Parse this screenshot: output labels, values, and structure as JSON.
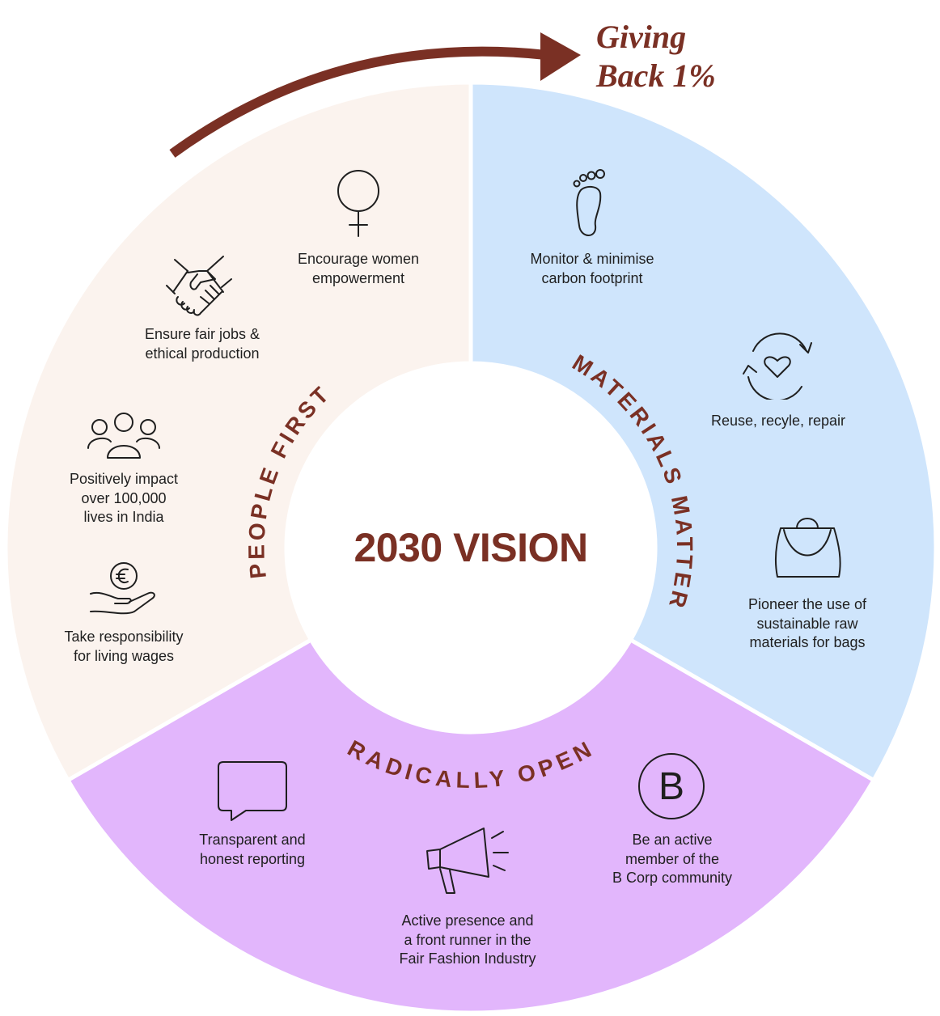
{
  "title": "2030 VISION",
  "giving_back": {
    "line1": "Giving",
    "line2": "Back 1%"
  },
  "colors": {
    "people_first": "#fbf3ee",
    "materials_matter": "#cfe5fc",
    "radically_open": "#e2b6fc",
    "accent": "#7a3024"
  },
  "segments": {
    "people_first": {
      "label": "PEOPLE FIRST",
      "items": [
        {
          "icon": "female-symbol-icon",
          "line1": "Encourage women",
          "line2": "empowerment"
        },
        {
          "icon": "handshake-icon",
          "line1": "Ensure fair jobs &",
          "line2": "ethical production"
        },
        {
          "icon": "people-group-icon",
          "line1": "Positively impact",
          "line2": "over 100,000",
          "line3": "lives in India"
        },
        {
          "icon": "euro-hand-icon",
          "line1": "Take responsibility",
          "line2": "for living wages"
        }
      ]
    },
    "materials_matter": {
      "label": "MATERIALS MATTER",
      "items": [
        {
          "icon": "footprint-icon",
          "line1": "Monitor & minimise",
          "line2": "carbon footprint"
        },
        {
          "icon": "recycle-heart-icon",
          "line1": "Reuse, recyle, repair"
        },
        {
          "icon": "handbag-icon",
          "line1": "Pioneer the use of",
          "line2": "sustainable raw",
          "line3": "materials for bags"
        }
      ]
    },
    "radically_open": {
      "label": "RADICALLY OPEN",
      "items": [
        {
          "icon": "speech-bubble-icon",
          "line1": "Transparent and",
          "line2": "honest reporting"
        },
        {
          "icon": "megaphone-icon",
          "line1": "Active presence and",
          "line2": "a front runner in the",
          "line3": "Fair Fashion Industry"
        },
        {
          "icon": "b-corp-icon",
          "icon_text": "B",
          "line1": "Be an active",
          "line2": "member of the",
          "line3": "B Corp community"
        }
      ]
    }
  }
}
